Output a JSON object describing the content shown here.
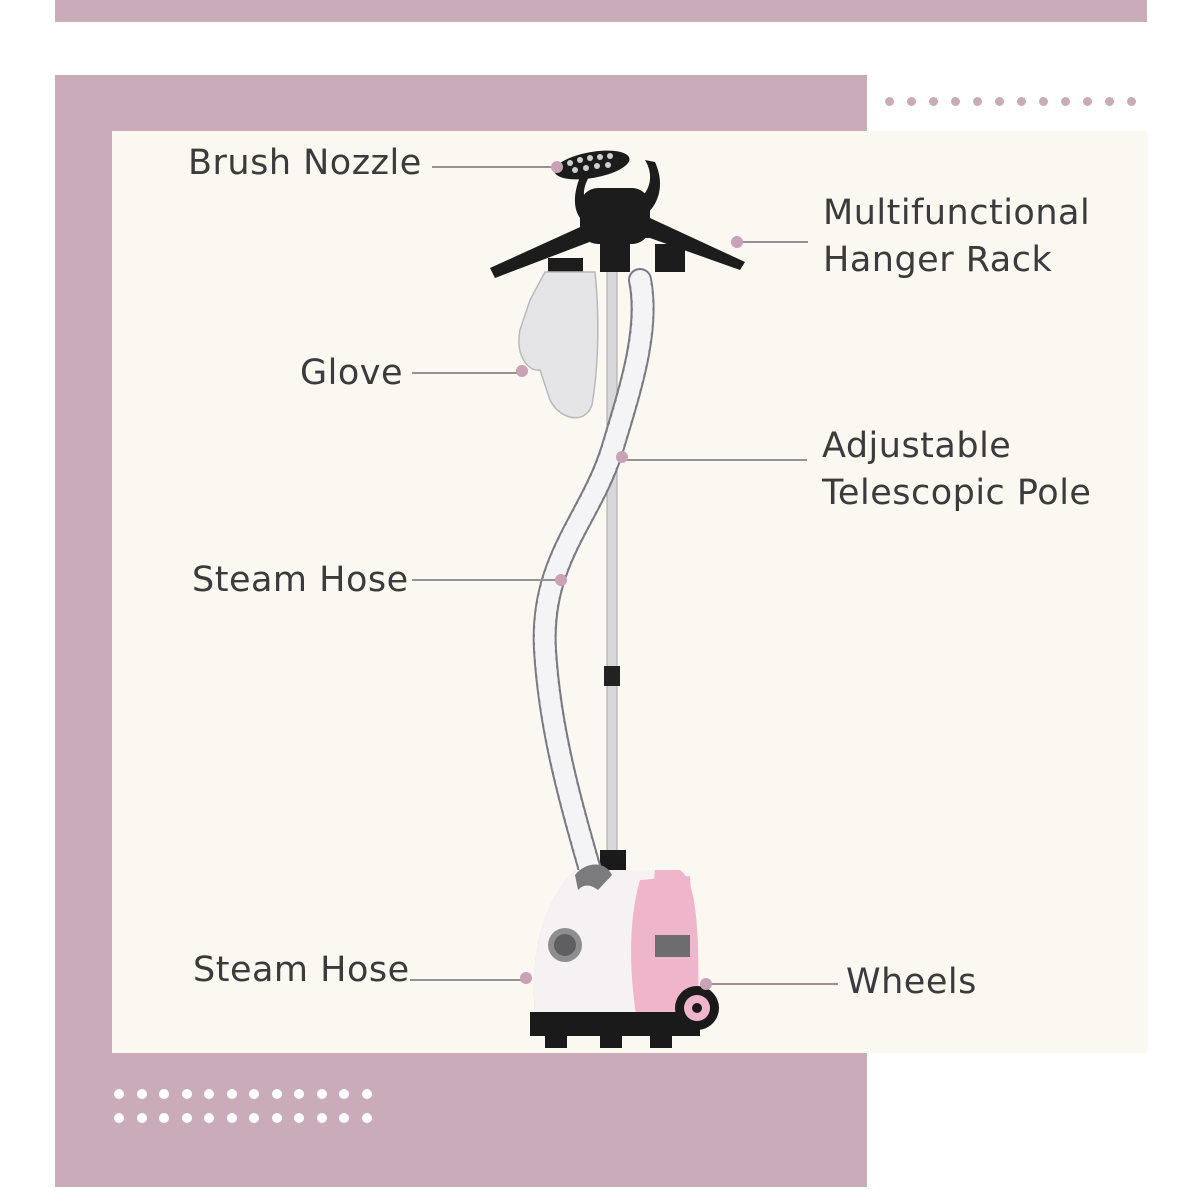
{
  "colors": {
    "accent": "#c9abb9",
    "cream": "#fbf7f1",
    "connector": "#9a8f95",
    "connector_dot": "#c9a3b5",
    "product_pink": "#efb6cb",
    "product_black": "#1a1a1a"
  },
  "callouts": {
    "brush_nozzle": "Brush Nozzle",
    "hanger_rack_line1": "Multifunctional",
    "hanger_rack_line2": "Hanger Rack",
    "glove": "Glove",
    "pole_line1": "Adjustable",
    "pole_line2": "Telescopic Pole",
    "steam_hose_upper": "Steam Hose",
    "steam_hose_lower": "Steam Hose",
    "wheels": "Wheels"
  },
  "decor": {
    "top_dot_count": 12,
    "bottom_dot_count": 24
  },
  "icons": {
    "product": "garment-steamer-illustration"
  }
}
